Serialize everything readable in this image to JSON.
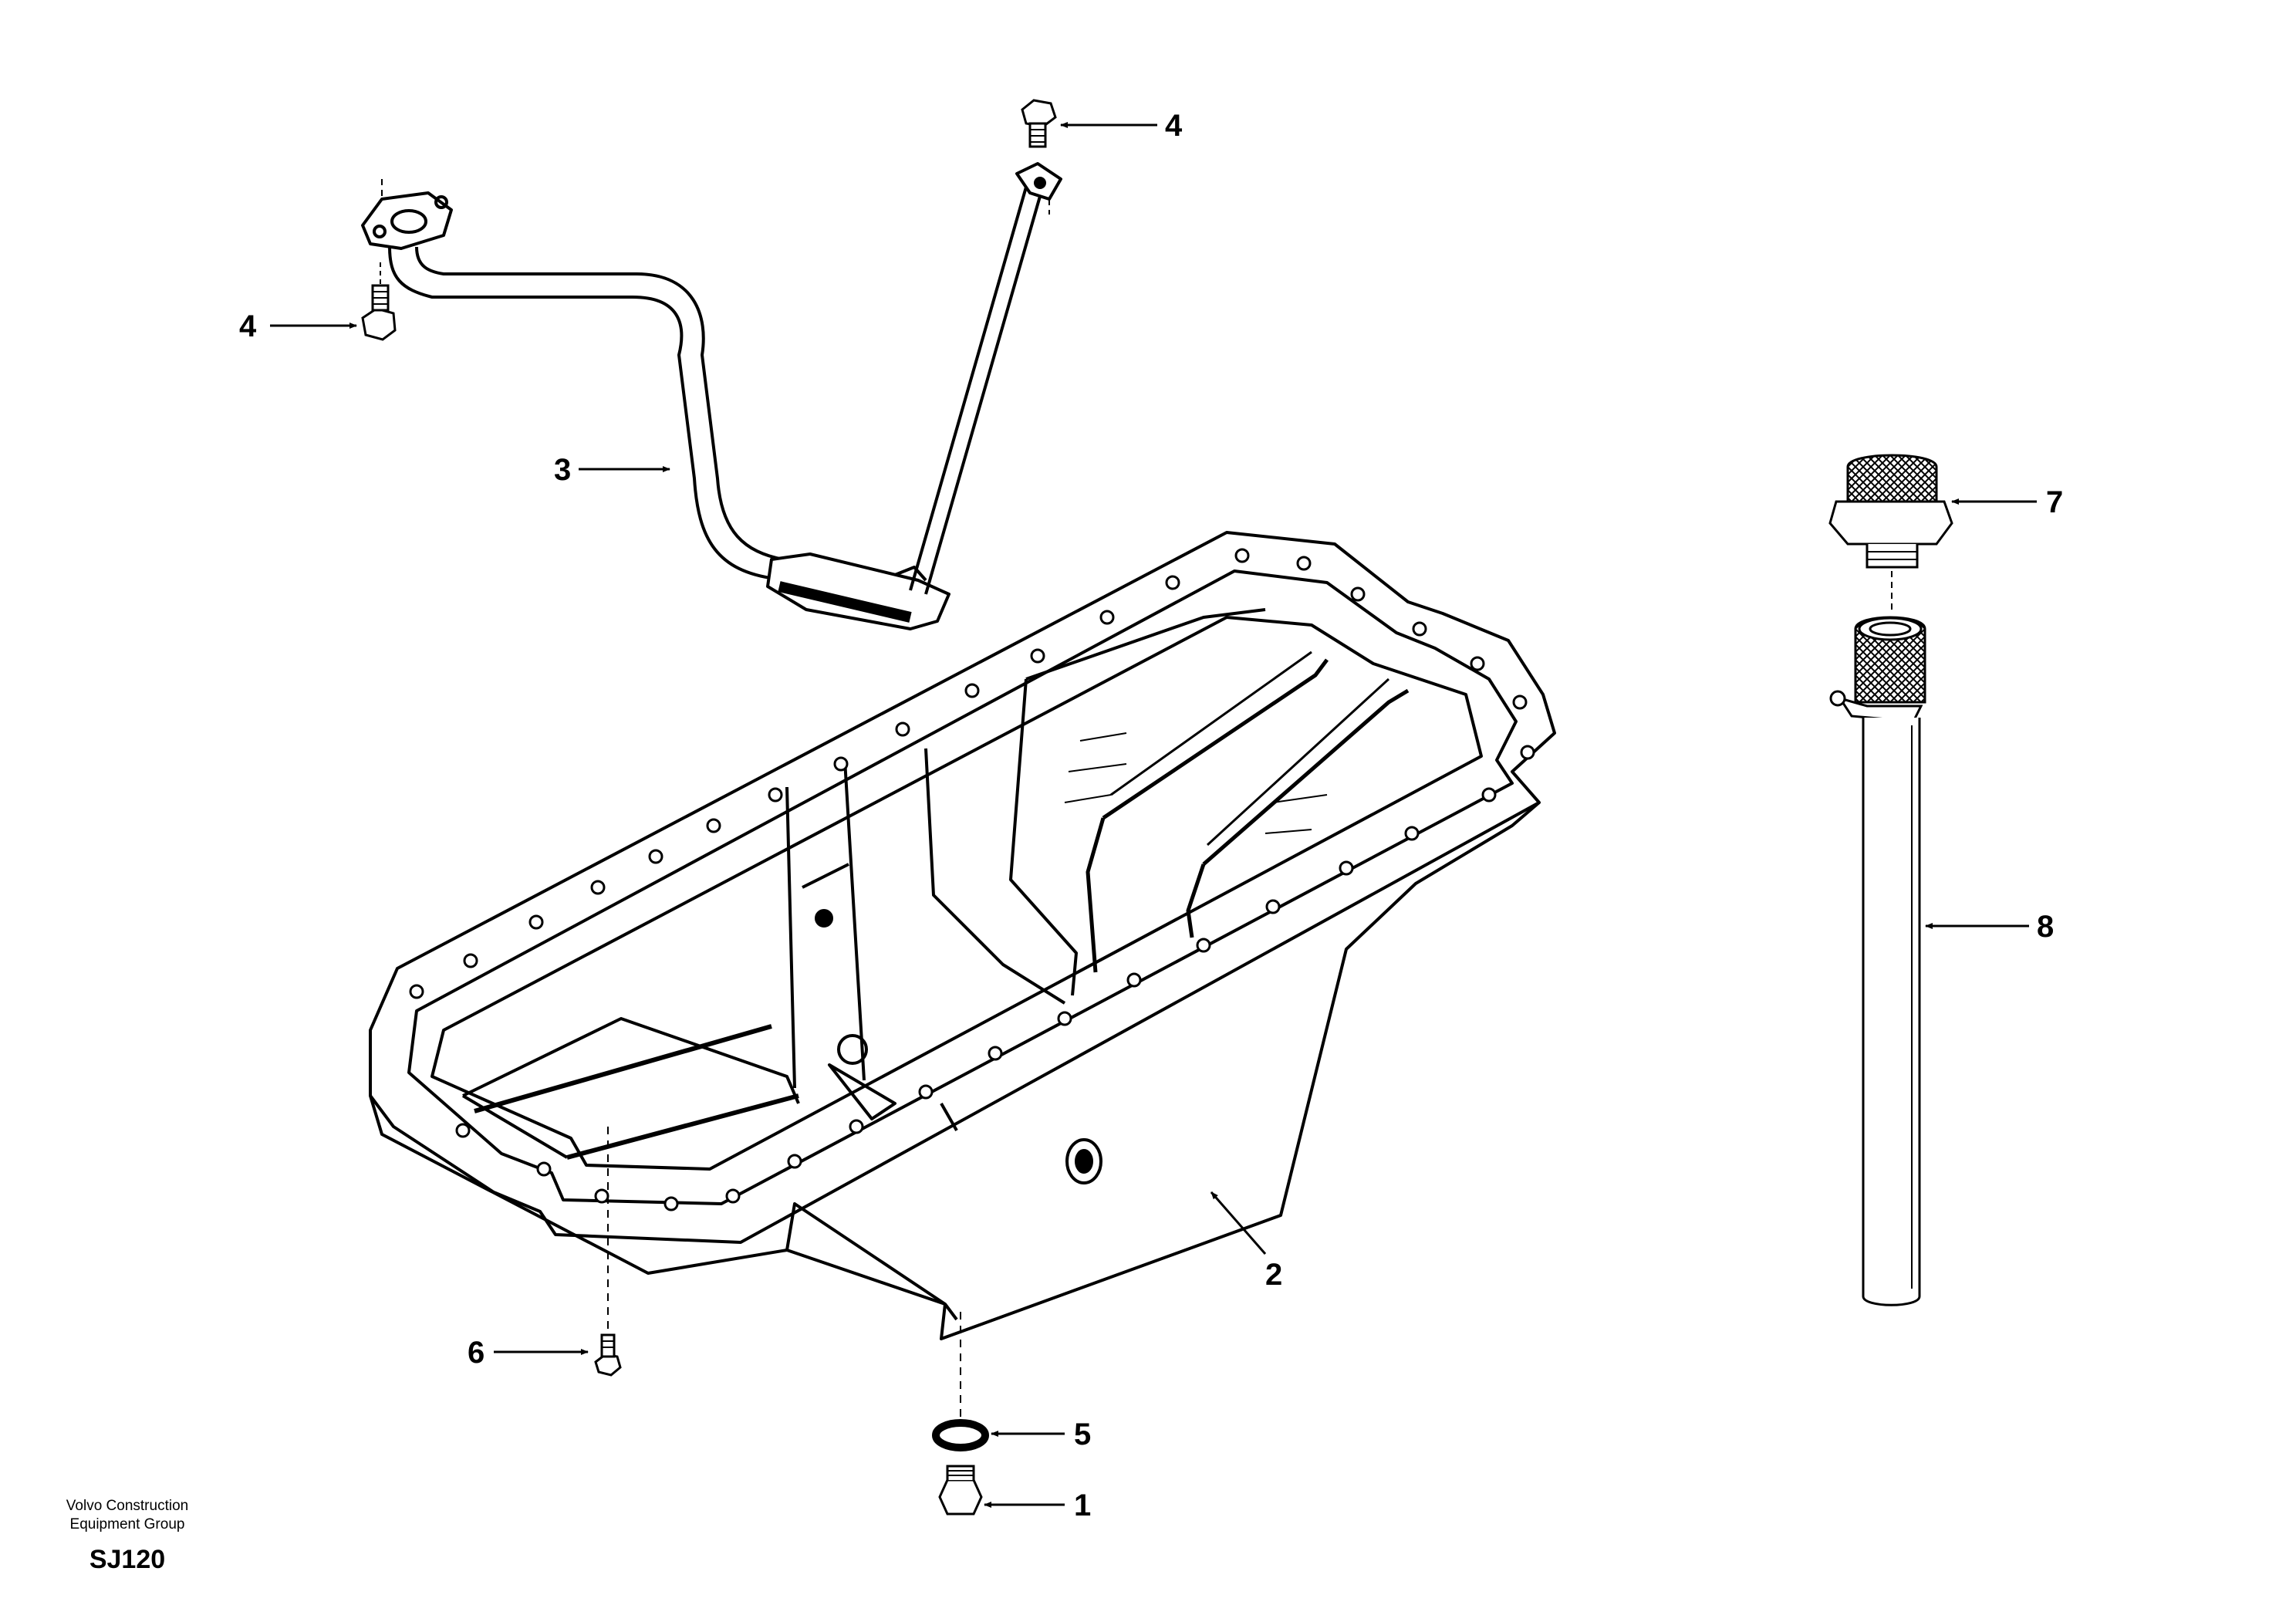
{
  "callouts": {
    "c1": "1",
    "c2": "2",
    "c3": "3",
    "c4a": "4",
    "c4b": "4",
    "c5": "5",
    "c6": "6",
    "c7": "7",
    "c8": "8"
  },
  "credit": {
    "line1": "Volvo Construction",
    "line2": "Equipment Group",
    "code": "SJ120"
  },
  "colors": {
    "ink": "#000000",
    "background": "#ffffff",
    "shade": "#555555"
  }
}
